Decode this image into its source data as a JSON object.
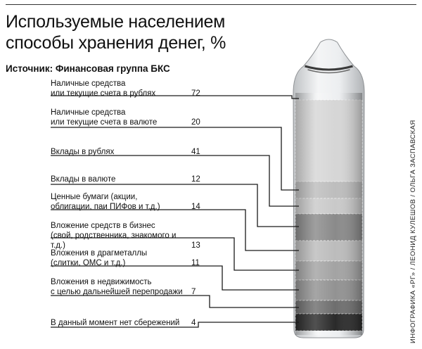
{
  "header": {
    "title_lines": [
      "Используемые населением",
      "способы хранения денег, %"
    ],
    "source": "Источник: Финансовая группа БКС",
    "credit": "ИНФОГРАФИКА «РГ» / ЛЕОНИД КУЛЕШОВ / ОЛЬГА ЗАСПАВСКАЯ"
  },
  "chart_data": {
    "type": "bar",
    "title": "Используемые населением способы хранения денег, %",
    "categories": [
      "Наличные средства или текущие счета в рублях",
      "Наличные средства или текущие счета в валюте",
      "Вклады в рублях",
      "Вклады в валюте",
      "Ценные бумаги (акции, облигации, паи ПИФов и т.д.)",
      "Вложение средств в бизнес (свой, родственника, знакомого и т.д.)",
      "Вложения в драгметаллы (слитки, ОМС и т.д.)",
      "Вложения в недвижимость с целью дальнейшей перепродажи",
      "В данный момент нет сбережений"
    ],
    "label_lines": [
      [
        "Наличные средства",
        "или текущие счета в рублях"
      ],
      [
        "Наличные средства",
        "или текущие счета в валюте"
      ],
      [
        "Вклады в рублях"
      ],
      [
        "Вклады в валюте"
      ],
      [
        "Ценные бумаги (акции,",
        "облигации, паи ПИФов и т.д.)"
      ],
      [
        "Вложение средств в бизнес",
        "(свой, родственника, знакомого и т.д.)"
      ],
      [
        "Вложения в драгметаллы",
        "(слитки, ОМС и т.д.)"
      ],
      [
        "Вложения в недвижимость",
        "с целью дальнейшей перепродажи"
      ],
      [
        "В данный момент нет сбережений"
      ]
    ],
    "values": [
      72,
      20,
      41,
      12,
      14,
      13,
      11,
      7,
      4
    ],
    "ylabel": "%",
    "segment_colors": [
      "#d6d6d6",
      "#bdbdbd",
      "#c9c9c9",
      "#8a8a8a",
      "#bcbcbc",
      "#a3a3a3",
      "#929292",
      "#6e6e6e",
      "#2a2a2a"
    ],
    "bag_color": "#e4e6e8",
    "line_color": "#1a1a1a"
  }
}
